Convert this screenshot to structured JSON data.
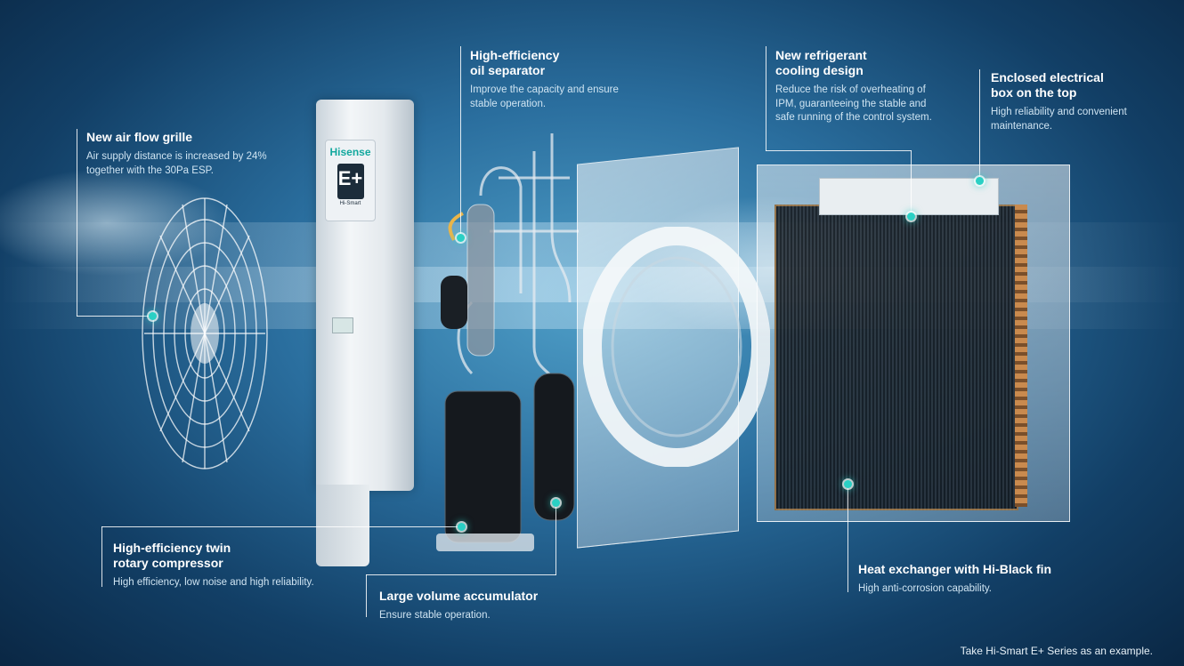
{
  "brand": {
    "logo_text": "Hisense",
    "badge_text": "E+",
    "badge_sub": "Hi-Smart"
  },
  "callouts": {
    "grille": {
      "title": "New air flow grille",
      "desc": "Air supply distance is increased by 24% together with the 30Pa ESP."
    },
    "separator": {
      "title_line1": "High-efficiency",
      "title_line2": "oil separator",
      "desc": "Improve the capacity and ensure stable operation."
    },
    "refrigerant": {
      "title_line1": "New refrigerant",
      "title_line2": "cooling design",
      "desc": "Reduce the risk of overheating of IPM, guaranteeing the stable and safe running of the control system."
    },
    "electrical": {
      "title_line1": "Enclosed electrical",
      "title_line2": "box on the top",
      "desc": "High reliability and convenient maintenance."
    },
    "compressor": {
      "title_line1": "High-efficiency twin",
      "title_line2": "rotary compressor",
      "desc": "High efficiency, low noise and high reliability."
    },
    "accumulator": {
      "title": "Large volume accumulator",
      "desc": "Ensure stable operation."
    },
    "heat_exchanger": {
      "title": "Heat exchanger with Hi-Black fin",
      "desc": "High anti-corrosion capability."
    }
  },
  "footnote": "Take Hi-Smart E+ Series as an example.",
  "colors": {
    "accent_dot": "#2ad0c4",
    "background_dark": "#0a2744",
    "background_light": "#4f9fc8"
  }
}
